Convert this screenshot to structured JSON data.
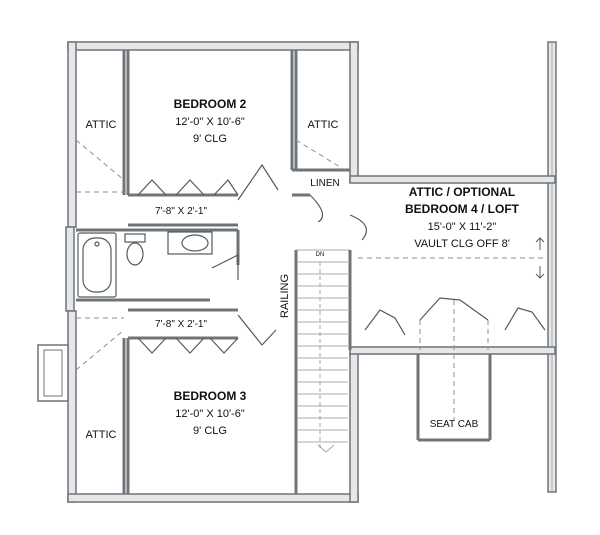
{
  "rooms": {
    "bedroom2": {
      "name": "BEDROOM 2",
      "dims": "12'-0\" X 10'-6\"",
      "ceiling": "9' CLG"
    },
    "bedroom3": {
      "name": "BEDROOM 3",
      "dims": "12'-0\" X 10'-6\"",
      "ceiling": "9' CLG"
    },
    "attic_optional": {
      "name_line1": "ATTIC / OPTIONAL",
      "name_line2": "BEDROOM 4 / LOFT",
      "dims": "15'-0\" X 11'-2\"",
      "ceiling": "VAULT CLG OFF 8'"
    }
  },
  "attic_left_top": "ATTIC",
  "attic_right_top": "ATTIC",
  "attic_left_bottom": "ATTIC",
  "linen": "LINEN",
  "closet_top": "7'-8\" X 2'-1\"",
  "closet_bottom": "7'-8\" X 2'-1\"",
  "railing": "RAILING",
  "stair_dn": "DN",
  "seat_cab": "SEAT CAB",
  "colors": {
    "wall": "#6f7478",
    "line": "#555a5e",
    "dash": "#8a8f93"
  }
}
